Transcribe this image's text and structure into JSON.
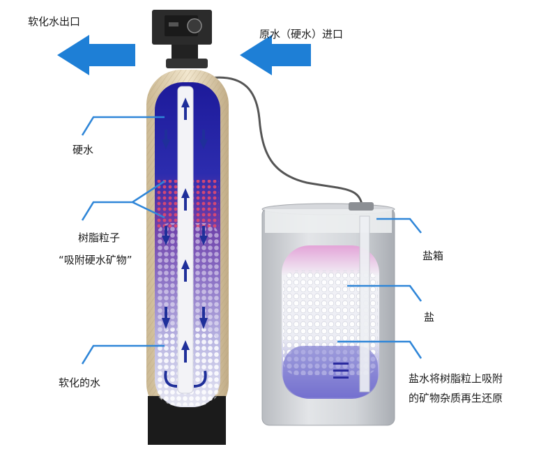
{
  "labels": {
    "soft_water_outlet": "软化水出口",
    "raw_water_inlet": "原水（硬水）进口",
    "hard_water": "硬水",
    "resin_line1": "树脂粒子",
    "resin_line2": "“吸附硬水矿物”",
    "softened_water": "软化的水",
    "brine_tank": "盐箱",
    "salt": "盐",
    "regen_line1": "盐水将树脂粒上吸附",
    "regen_line2": "的矿物杂质再生还原"
  },
  "colors": {
    "arrow_blue": "#1e7fd6",
    "leader_blue": "#2f86d8",
    "resin_blue": "#2a2fa8",
    "resin_red": "#d64060",
    "salt_pink": "#e7a6d9",
    "tank_gray": "#cfd2d6",
    "control_head": "#2b2b2b"
  },
  "icons": {
    "outlet_arrow": "arrow-left-icon",
    "inlet_arrow": "arrow-left-icon"
  }
}
